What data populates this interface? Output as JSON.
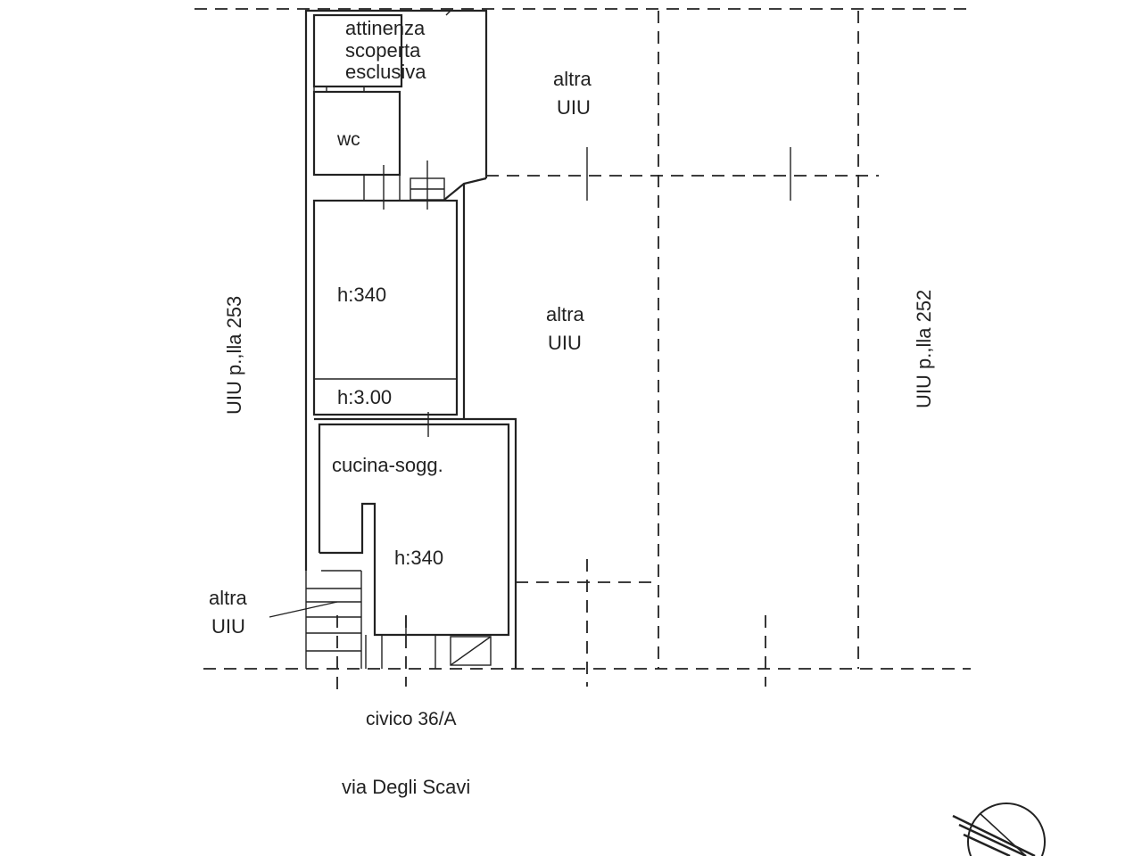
{
  "labels": {
    "attinenza_1": "attinenza",
    "attinenza_2": "scoperta",
    "attinenza_3": "esclusiva",
    "altra_uiu_top_1": "altra",
    "altra_uiu_top_2": "UIU",
    "wc": "wc",
    "altra_uiu_mid_1": "altra",
    "altra_uiu_mid_2": "UIU",
    "room_height_1": "h:340",
    "room_height_2": "h:3.00",
    "cucina": "cucina-sogg.",
    "room_height_3": "h:340",
    "altra_uiu_left_1": "altra",
    "altra_uiu_left_2": "UIU",
    "uiu_left": "UIU p.,lla 253",
    "uiu_right": "UIU p.,lla 252",
    "civico": "civico 36/A",
    "street": "via Degli Scavi"
  },
  "colors": {
    "ink": "#222222",
    "paper": "#ffffff"
  },
  "icons": {
    "north_symbol": "north-arrow-icon"
  }
}
